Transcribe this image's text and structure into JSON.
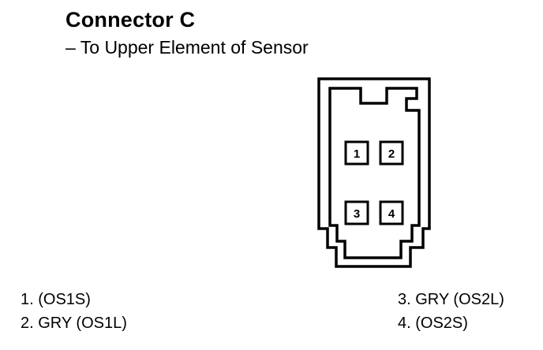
{
  "header": {
    "title": "Connector C",
    "subtitle": "– To Upper Element of Sensor"
  },
  "connector": {
    "pins": [
      "1",
      "2",
      "3",
      "4"
    ]
  },
  "wires": [
    {
      "text": "1.  (OS1S)"
    },
    {
      "text": "2.  GRY (OS1L)"
    },
    {
      "text": "3.  GRY (OS2L)"
    },
    {
      "text": "4.  (OS2S)"
    }
  ],
  "colors": {
    "ink": "#000000",
    "background": "#ffffff"
  }
}
